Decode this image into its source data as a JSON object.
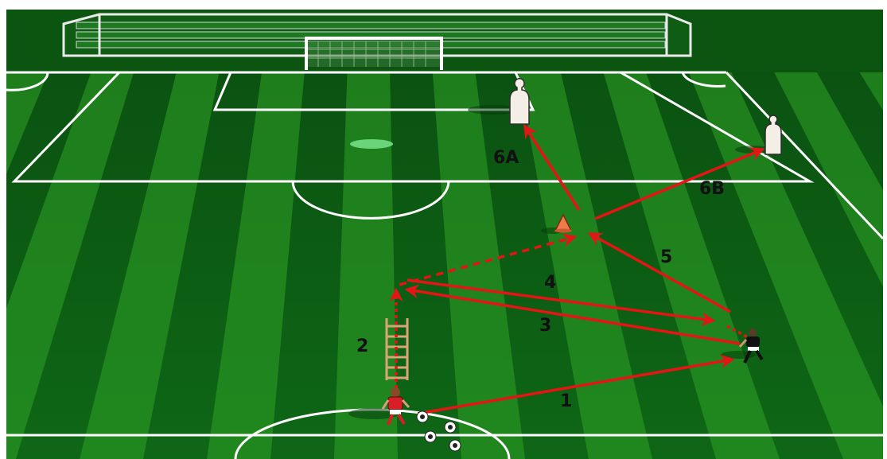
{
  "diagram": {
    "labels": {
      "step1": "1",
      "step2": "2",
      "step3": "3",
      "step4": "4",
      "step5": "5",
      "step6a": "6A",
      "step6b": "6B"
    },
    "colors": {
      "grass_dark": "#0b6a12",
      "grass_light": "#2fa227",
      "line": "#ffffff",
      "arrow": "#e51515",
      "cone": "#f07a4a",
      "ladder": "#d9a577",
      "mannequin": "#f3efe6",
      "player_red": "#d81f26",
      "player_black": "#111111",
      "background": "#ffffff"
    },
    "elements": [
      "goal",
      "grandstand",
      "penalty-box",
      "goal-area",
      "penalty-spot",
      "penalty-arc",
      "center-circle",
      "halfway-line",
      "cone",
      "agility-ladder",
      "mannequin-left",
      "mannequin-right",
      "player-red",
      "player-black",
      "balls"
    ]
  }
}
